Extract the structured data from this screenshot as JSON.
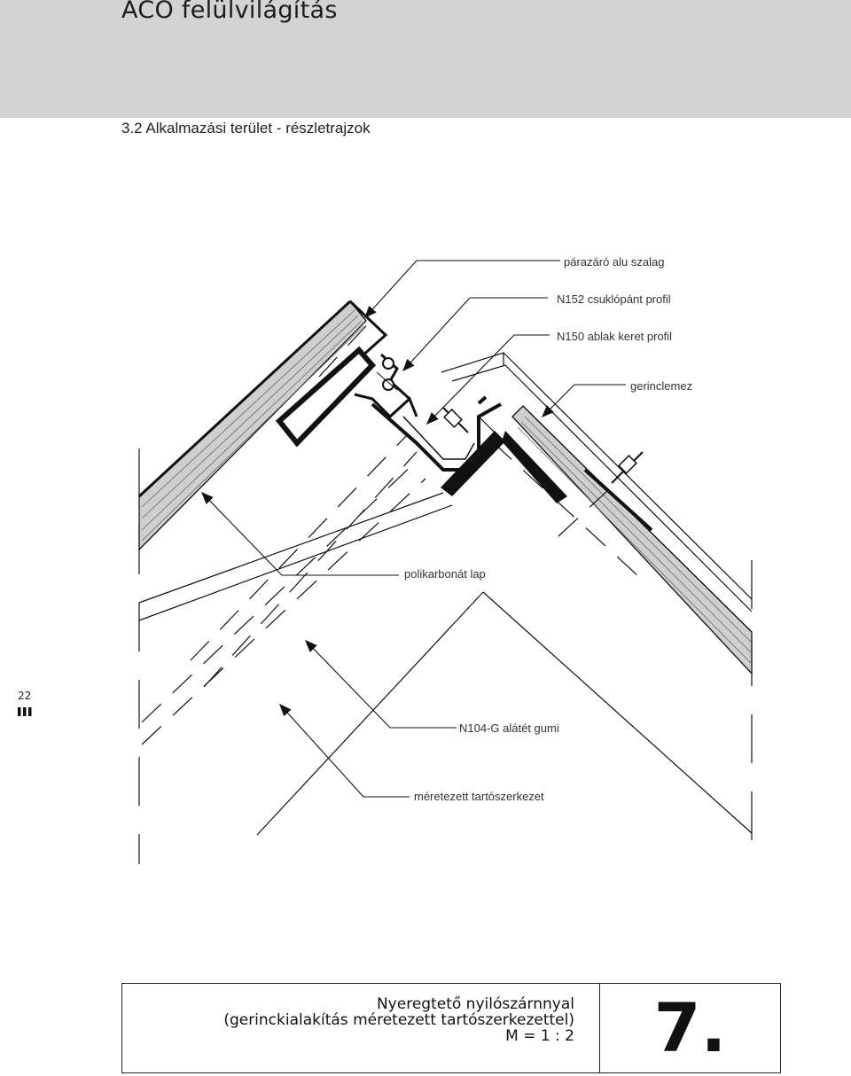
{
  "header": {
    "title": "ACO felülvilágítás",
    "section": "3.2 Alkalmazási terület - részletrajzok"
  },
  "drawing": {
    "labels": {
      "vapor_barrier": "párazáró alu szalag",
      "hinge_profile": "N152 csuklópánt profil",
      "window_frame": "N150 ablak keret profil",
      "ridge_plate": "gerinclemez",
      "polycarbonate": "polikarbonát lap",
      "gasket": "N104-G alátét gumi",
      "structure": "méretezett tartószerkezet"
    }
  },
  "page": {
    "number": "22",
    "marker_icon": "section-bars-icon"
  },
  "title_block": {
    "line1": "Nyeregtető nyilószárnnyal",
    "line2": "(gerinckialakítás méretezett tartószerkezettel)",
    "scale": "M = 1 : 2",
    "number": "7."
  },
  "colors": {
    "header_band": "#d3d3d3",
    "panel_fill": "#c8c8c8",
    "line": "#111111"
  }
}
